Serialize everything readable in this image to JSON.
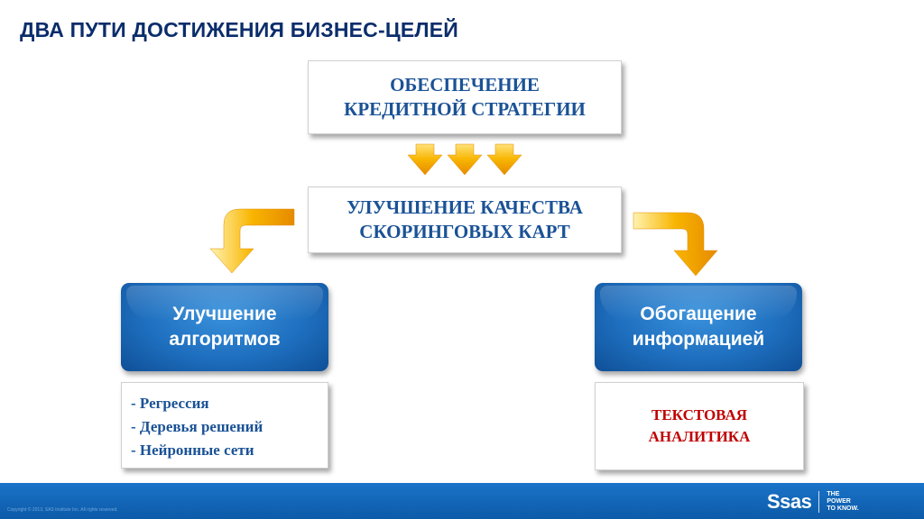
{
  "title": "ДВА ПУТИ ДОСТИЖЕНИЯ БИЗНЕС-ЦЕЛЕЙ",
  "top_box": {
    "line1": "ОБЕСПЕЧЕНИЕ",
    "line2": "КРЕДИТНОЙ СТРАТЕГИИ"
  },
  "middle_box": {
    "line1": "УЛУЧШЕНИЕ КАЧЕСТВА",
    "line2": "СКОРИНГОВЫХ КАРТ"
  },
  "left_branch": {
    "line1": "Улучшение",
    "line2": "алгоритмов",
    "items": [
      "- Регрессия",
      "- Деревья решений",
      "- Нейронные сети"
    ]
  },
  "right_branch": {
    "line1": "Обогащение",
    "line2": "информацией",
    "detail_line1": "ТЕКСТОВАЯ",
    "detail_line2": "АНАЛИТИКА"
  },
  "footer": {
    "copyright": "Copyright © 2013, SAS Institute Inc. All rights reserved.",
    "logo_text": "Ssas",
    "tagline": [
      "THE",
      "POWER",
      "TO KNOW."
    ]
  },
  "colors": {
    "title": "#0b2d6b",
    "box_text": "#1a5296",
    "accent_red": "#c00000",
    "arrow": "#f5a800",
    "footer": "#1a74c8"
  }
}
